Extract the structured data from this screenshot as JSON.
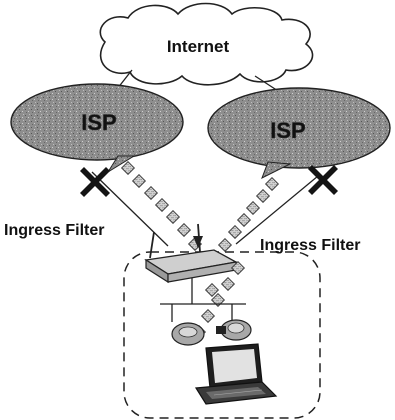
{
  "cloud": {
    "label": "Internet"
  },
  "isp_left": {
    "label": "ISP"
  },
  "isp_right": {
    "label": "ISP"
  },
  "filters": {
    "left_label": "Ingress Filter",
    "right_label": "Ingress Filter"
  },
  "colors": {
    "isp_fill": "#8c8c8c",
    "isp_text": "#ffffff",
    "blocked_x": "#141414",
    "packet": "#b8b8b8",
    "line": "#222222"
  },
  "icons": {
    "block_left": "blocked-x-icon",
    "block_right": "blocked-x-icon",
    "router": "router-icon",
    "hosts": "computer-icon"
  }
}
